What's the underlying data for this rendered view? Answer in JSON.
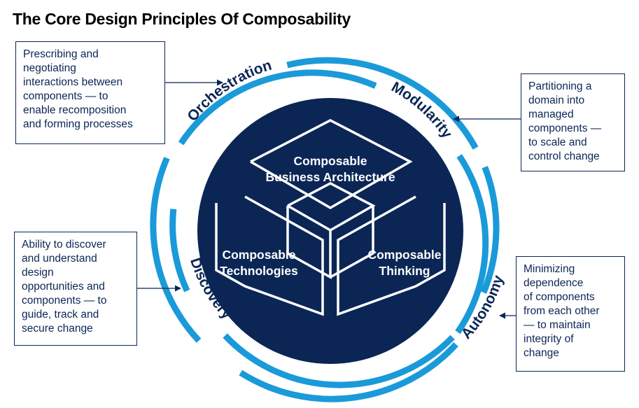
{
  "title": "The Core Design Principles Of Composability",
  "principles": {
    "orchestration": "Orchestration",
    "modularity": "Modularity",
    "autonomy": "Autonomy",
    "discovery": "Discovery"
  },
  "center": {
    "top_line1": "Composable",
    "top_line2": "Business Architecture",
    "left_line1": "Composable",
    "left_line2": "Technologies",
    "right_line1": "Composable",
    "right_line2": "Thinking"
  },
  "callouts": {
    "orchestration": [
      "Prescribing and",
      "negotiating",
      "interactions between",
      "components — to",
      "enable recomposition",
      "and forming processes"
    ],
    "modularity": [
      "Partitioning a",
      "domain into",
      "managed",
      "components —",
      "to scale and",
      "control change"
    ],
    "discovery": [
      "Ability to discover",
      "and understand",
      "design",
      "opportunities and",
      "components — to",
      "guide, track and",
      "secure change"
    ],
    "autonomy": [
      "Minimizing",
      "dependence",
      "of components",
      "from each other",
      "— to maintain",
      "integrity of",
      "change"
    ]
  },
  "colors": {
    "ring_blue": "#1a9ad9",
    "navy": "#0b2655",
    "white": "#ffffff"
  }
}
